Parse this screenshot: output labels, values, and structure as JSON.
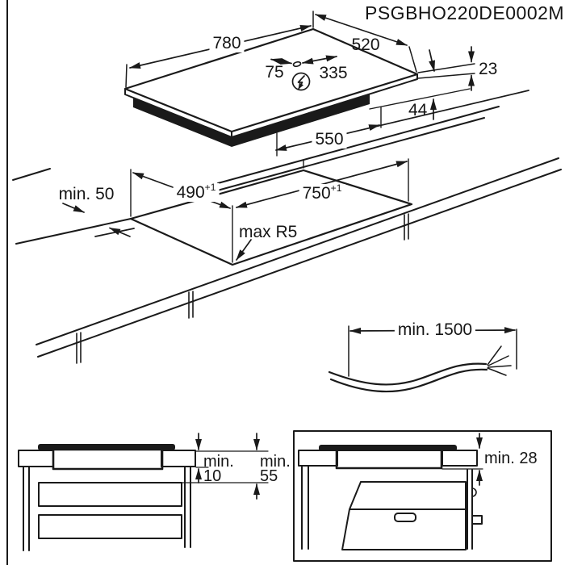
{
  "title": "PSGBHO220DE0002M",
  "colors": {
    "line": "#1a1a1a",
    "background": "#ffffff"
  },
  "hob": {
    "width": "780",
    "depth": "520",
    "power_offset_left": "75",
    "power_offset_right": "335",
    "glass_thickness": "23",
    "body_height": "44",
    "body_width": "550",
    "power_icon": "lightning-bolt-in-circle"
  },
  "worktop": {
    "front_clearance": "min. 50",
    "cutout_depth": "490",
    "cutout_depth_tolerance": "+1",
    "cutout_width": "750",
    "cutout_width_tolerance": "+1",
    "corner_radius": "max R5"
  },
  "cable": {
    "length": "min. 1500"
  },
  "drawer_install": {
    "gap_label": "min.",
    "gap_value": "10",
    "clearance_label": "min.",
    "clearance_value": "55"
  },
  "oven_install": {
    "clearance": "min. 28"
  }
}
